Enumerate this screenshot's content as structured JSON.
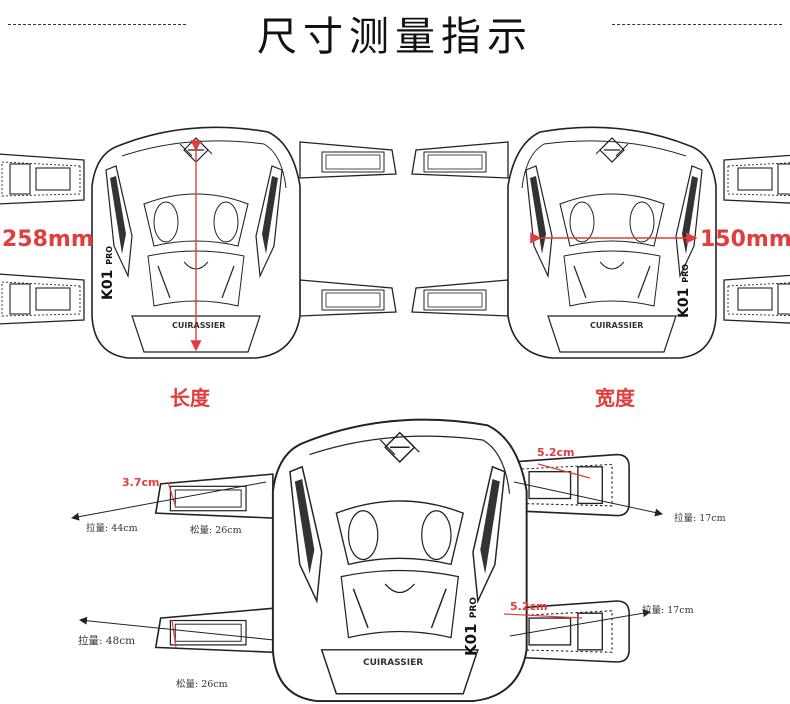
{
  "title": "尺寸测量指示",
  "length": {
    "value": "258mm",
    "caption": "长度"
  },
  "width": {
    "value": "150mm",
    "caption": "宽度"
  },
  "pad": {
    "logo_text": "CUIRASSIER",
    "model": "K01",
    "model_suffix": "PRO"
  },
  "straps": {
    "upper_left_width": "3.7cm",
    "upper_left_stretch": "拉量: 44cm",
    "upper_left_relaxed": "松量: 26cm",
    "upper_right_width": "5.2cm",
    "upper_right_stretch": "拉量: 17cm",
    "lower_left_stretch": "拉量: 48cm",
    "lower_left_relaxed": "松量: 26cm",
    "lower_right_width": "5.2cm",
    "lower_right_stretch": "拉量: 17cm"
  },
  "colors": {
    "accent": "#e23c3c",
    "line": "#222222"
  }
}
